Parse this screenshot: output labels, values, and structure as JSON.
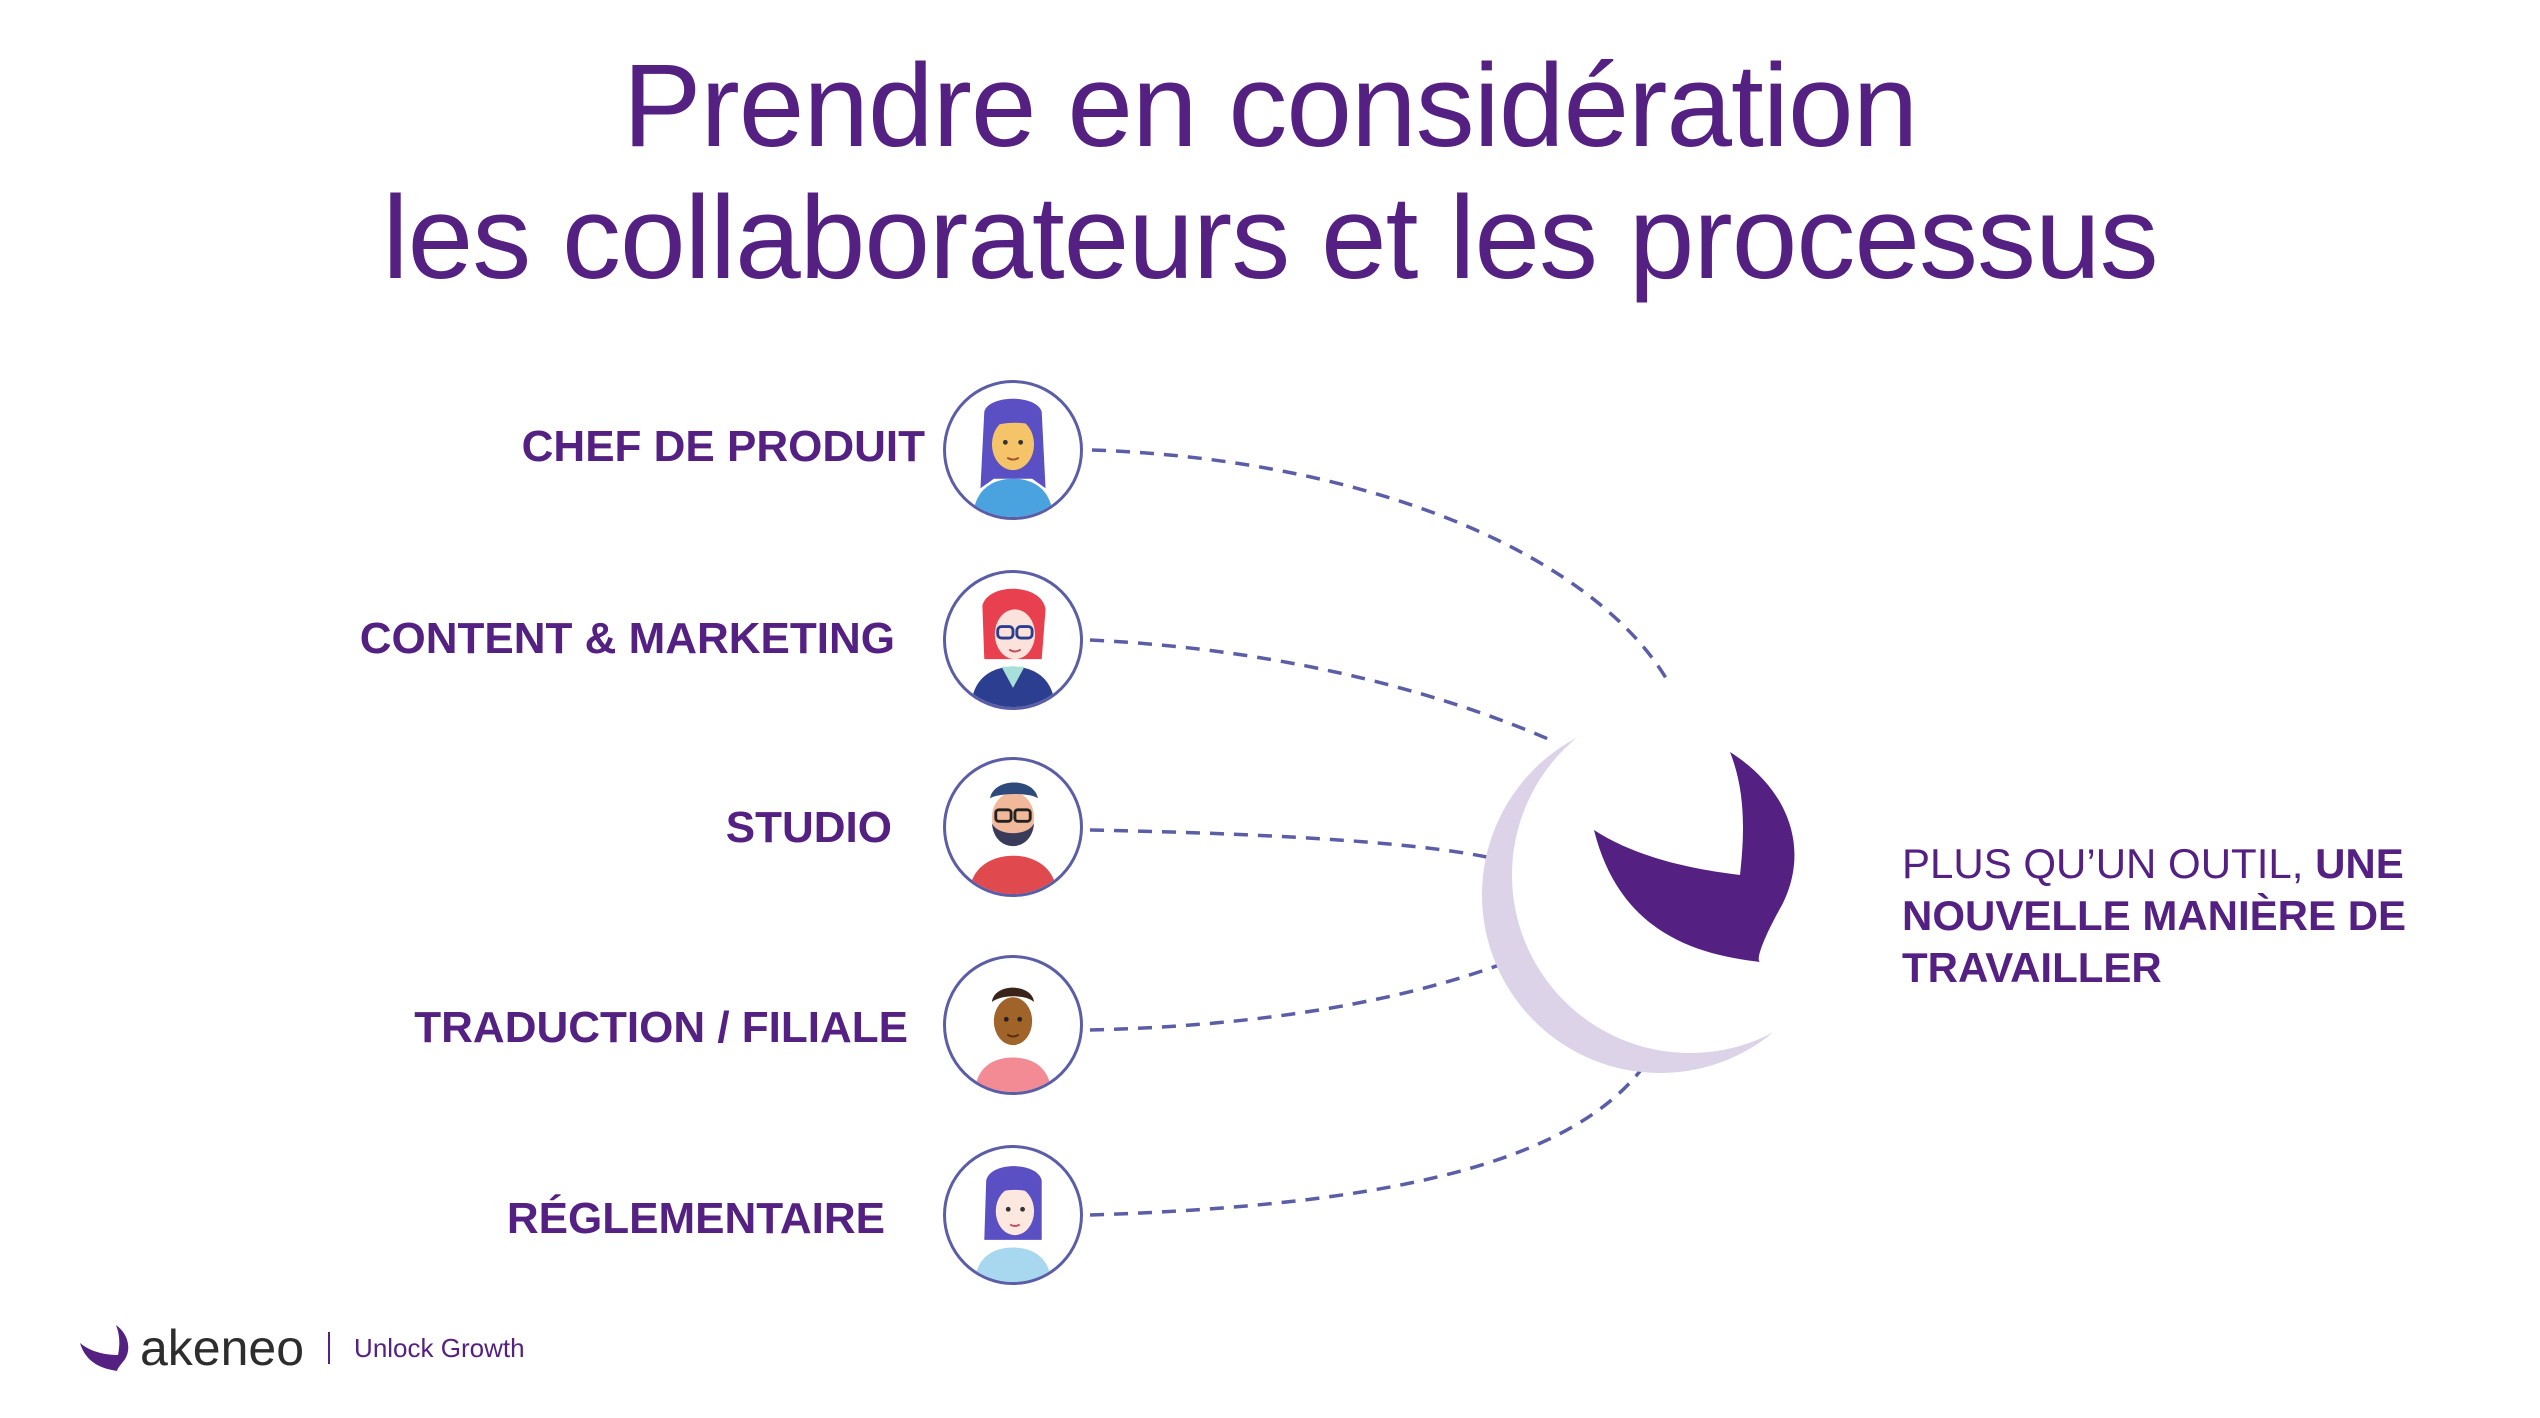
{
  "title": {
    "line1": "Prendre en considération",
    "line2": "les collaborateurs et les processus"
  },
  "roles": [
    {
      "label": "CHEF DE PRODUIT",
      "icon": "woman-blue-hair-avatar-icon"
    },
    {
      "label": "CONTENT  & MARKETING",
      "icon": "woman-red-hair-glasses-avatar-icon"
    },
    {
      "label": "STUDIO",
      "icon": "bearded-man-glasses-avatar-icon"
    },
    {
      "label": "TRADUCTION / FILIALE",
      "icon": "man-pink-shirt-avatar-icon"
    },
    {
      "label": "RÉGLEMENTAIRE",
      "icon": "woman-purple-hair-avatar-icon"
    }
  ],
  "hub": {
    "icon": "akeneo-logo-icon"
  },
  "tagline": {
    "regular": "PLUS QU’UN OUTIL, ",
    "bold": "UNE NOUVELLE MANIÈRE DE TRAVAILLER"
  },
  "footer": {
    "brand": "akeneo",
    "slogan": "Unlock Growth",
    "icon": "akeneo-logo-icon"
  },
  "colors": {
    "primary": "#542183",
    "connector": "#5b5ea6",
    "ring": "#dcd3e8"
  }
}
